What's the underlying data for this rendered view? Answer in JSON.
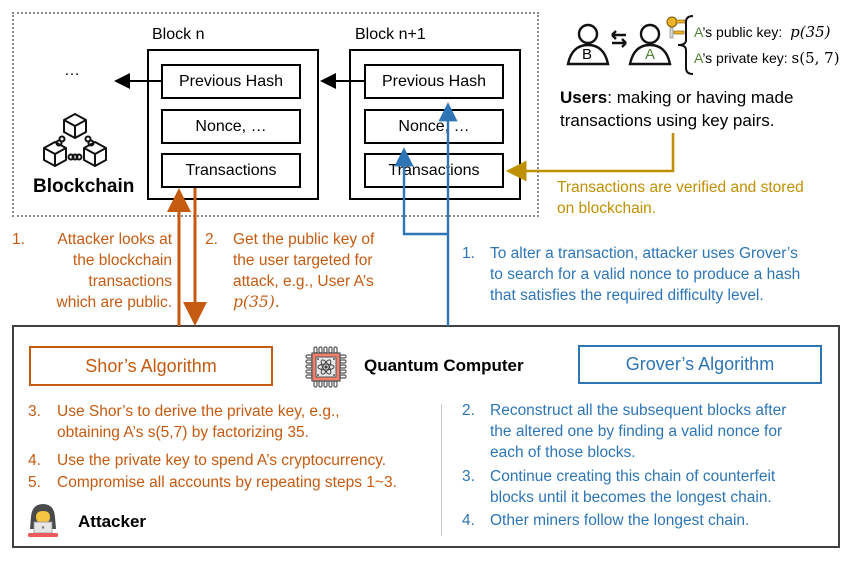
{
  "blockchain": {
    "ellipsis": "…",
    "label": "Blockchain",
    "icon": "blockchain-icon",
    "blocks": [
      {
        "title": "Block n",
        "fields": [
          "Previous Hash",
          "Nonce, …",
          "Transactions"
        ]
      },
      {
        "title": "Block n+1",
        "fields": [
          "Previous Hash",
          "Nonce, …",
          "Transactions"
        ]
      }
    ]
  },
  "users": {
    "user_b": "B",
    "user_a": "A",
    "public_key": {
      "owner": "A",
      "text": "’s public key:",
      "value": "p(35)"
    },
    "private_key": {
      "owner": "A",
      "text": "’s private key:",
      "value": "s(5, 7)"
    },
    "heading": "Users",
    "description_line1": ": making or having made",
    "description_line2": "transactions using key pairs.",
    "verify_note_line1": "Transactions are verified and stored",
    "verify_note_line2": "on blockchain."
  },
  "shor_steps_top": [
    {
      "num": "1.",
      "lines": [
        "Attacker looks at",
        "the blockchain",
        "transactions",
        "which are public."
      ]
    },
    {
      "num": "2.",
      "lines": [
        "Get the public key of",
        "the user targeted for",
        "attack, e.g., User A’s",
        "p(35)."
      ]
    }
  ],
  "grover_step_top": {
    "num": "1.",
    "lines": [
      "To alter a transaction, attacker uses Grover’s",
      "to search for a valid nonce to produce a hash",
      "that satisfies the required difficulty level."
    ]
  },
  "attacker": {
    "label": "Attacker",
    "quantum_computer": "Quantum Computer",
    "shor": {
      "title": "Shor’s Algorithm",
      "steps": [
        {
          "num": "3.",
          "lines": [
            "Use Shor’s to derive the private key, e.g.,",
            "obtaining A’s s(5,7) by factorizing 35."
          ]
        },
        {
          "num": "4.",
          "lines": [
            "Use the private key to spend A’s cryptocurrency."
          ]
        },
        {
          "num": "5.",
          "lines": [
            "Compromise all accounts by repeating steps 1~3."
          ]
        }
      ]
    },
    "grover": {
      "title": "Grover’s Algorithm",
      "steps": [
        {
          "num": "2.",
          "lines": [
            "Reconstruct all the subsequent blocks after",
            "the altered one by finding a valid nonce for",
            "each of those blocks."
          ]
        },
        {
          "num": "3.",
          "lines": [
            "Continue creating this chain of counterfeit",
            "blocks until it becomes the longest chain."
          ]
        },
        {
          "num": "4.",
          "lines": [
            "Other miners follow the longest chain."
          ]
        }
      ]
    }
  },
  "colors": {
    "shor": "#c55a11",
    "grover": "#2e75b6",
    "users_flow": "#bf9000",
    "key_owner": "#548235",
    "chip": "#f4806b"
  }
}
